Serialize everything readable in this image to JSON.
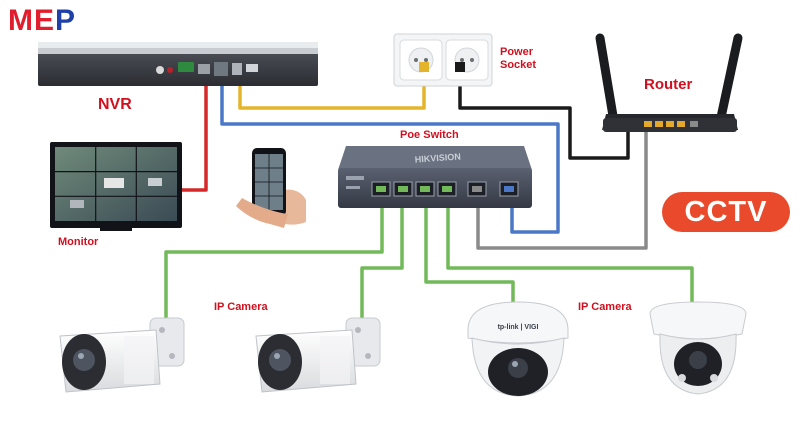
{
  "logo": {
    "part1": "ME",
    "part2": "P"
  },
  "labels": {
    "nvr": "NVR",
    "monitor": "Monitor",
    "power_socket_line1": "Power",
    "power_socket_line2": "Socket",
    "poe_switch": "Poe Switch",
    "router": "Router",
    "ip_camera_left": "IP Camera",
    "ip_camera_right": "IP Camera"
  },
  "badge": {
    "text": "CCTV"
  },
  "switch_brand": "HIKVISION",
  "dome_brand": "tp-link | VIGI",
  "colors": {
    "accent_red": "#d1101f",
    "badge_orange": "#e84a2b",
    "cable_green": "#72b95a",
    "cable_blue": "#4a78c6",
    "cable_yellow": "#e4b52a",
    "cable_black": "#1a1a1a",
    "cable_grey": "#8a8a8a",
    "cable_red": "#d62828"
  }
}
